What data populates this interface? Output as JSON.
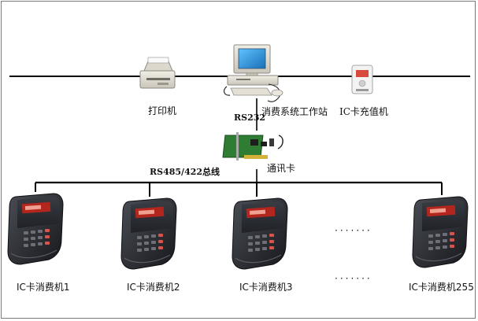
{
  "nodes": {
    "printer": {
      "label": "打印机"
    },
    "workstation": {
      "label": "消费系统工作站"
    },
    "recharger": {
      "label": "IC卡充值机"
    },
    "comm_card": {
      "label": "通讯卡"
    }
  },
  "links": {
    "rs232": "RS232",
    "bus": "RS485/422总线"
  },
  "terminals": [
    {
      "label": "IC卡消费机1"
    },
    {
      "label": "IC卡消费机2"
    },
    {
      "label": "IC卡消费机3"
    },
    {
      "label": "IC卡消费机255"
    }
  ],
  "ellipsis": "·······",
  "colors": {
    "line": "#000000",
    "screen": "#1f8fd6",
    "board": "#2e7d32",
    "terminal_body": "#2b2d33",
    "display": "#b3261e"
  }
}
